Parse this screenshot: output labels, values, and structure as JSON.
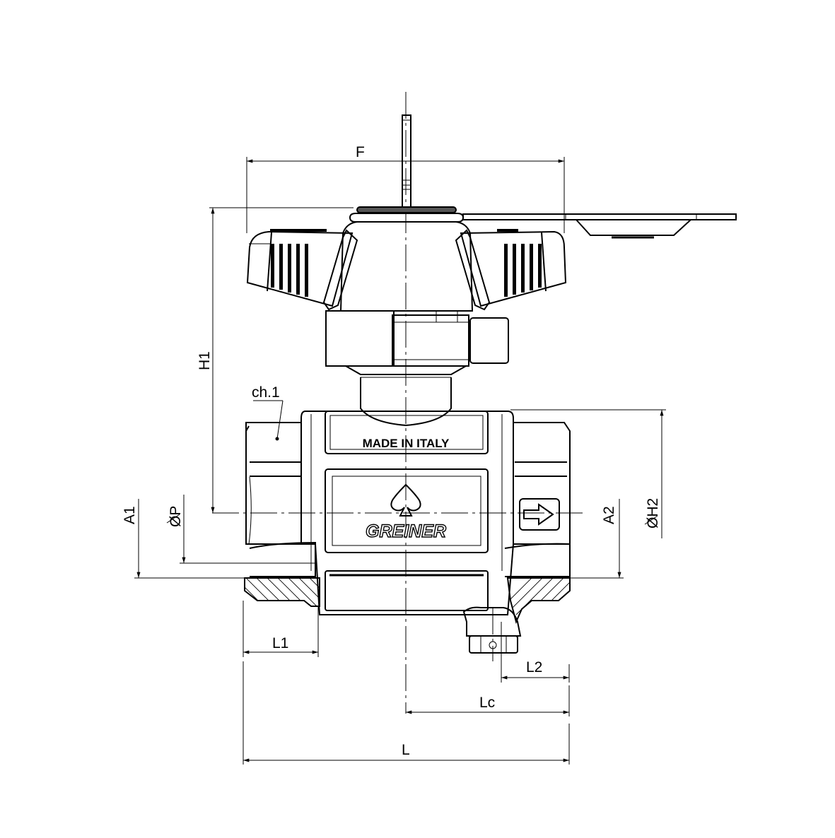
{
  "drawing": {
    "title": "Ball valve with butterfly handle - dimensional drawing",
    "line_color": "#000000",
    "background": "#ffffff"
  },
  "dimensions": {
    "F": "F",
    "H1": "H1",
    "A1": "A1",
    "P": "ØP",
    "A2": "A2",
    "H2": "ØH2",
    "L1": "L1",
    "L2": "L2",
    "Lc": "Lc",
    "L": "L"
  },
  "callouts": {
    "ch1": "ch.1"
  },
  "body_markings": {
    "made_in": "MADE IN ITALY",
    "brand": "GREINER",
    "flow_arrow": "arrow-right-icon"
  }
}
